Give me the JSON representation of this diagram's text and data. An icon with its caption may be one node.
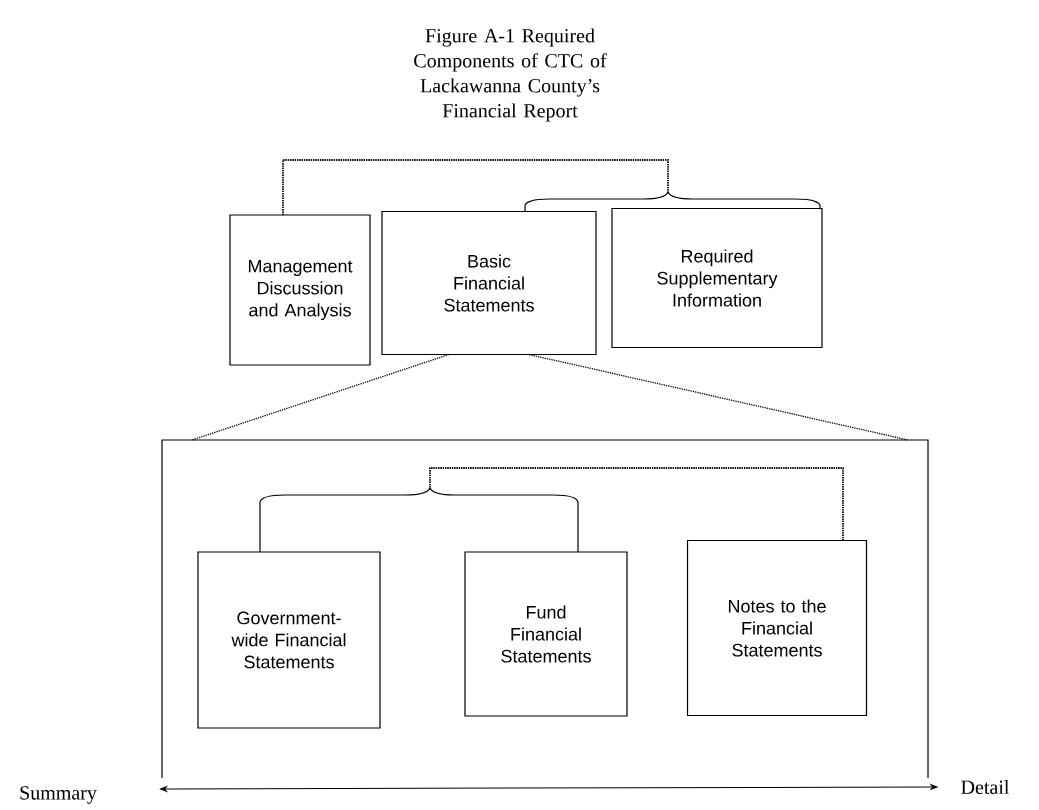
{
  "diagram": {
    "title": "Figure A-1 Required Components of CTC of Lackawanna County’s Financial Report",
    "nodes": [
      {
        "text": [
          "Management Discussion and Analysis"
        ]
      },
      {
        "text": [
          "Basic Financial Statements"
        ]
      },
      {
        "text": [
          "Required Supplementary Information"
        ]
      },
      {
        "text": [],
        "shape": "box"
      },
      {
        "text": [
          "Government-wide Financial Statements"
        ],
        "in": 3
      },
      {
        "text": [
          "Fund Financial Statements"
        ],
        "in": 3
      },
      {
        "text": [
          "Notes to the Financial Statements"
        ],
        "in": 3
      },
      {
        "text": [
          "Summary"
        ]
      },
      {
        "text": [
          "Detail"
        ]
      }
    ],
    "edges": [
      {
        "from": 0,
        "to": 1,
        "arrow": "none",
        "style": "dashed"
      },
      {
        "from": 0,
        "to": 2,
        "arrow": "none",
        "style": "dashed"
      },
      {
        "from": 1,
        "to": 3,
        "arrow": "none",
        "style": "dashed"
      },
      {
        "from": 1,
        "to": 3,
        "arrow": "none",
        "style": "dashed"
      },
      {
        "from": 6,
        "to": 4,
        "arrow": "none",
        "style": "dashed"
      },
      {
        "from": 6,
        "to": 5,
        "arrow": "none",
        "style": "dashed"
      },
      {
        "from": 7,
        "to": 8,
        "arrow": "both"
      }
    ]
  }
}
